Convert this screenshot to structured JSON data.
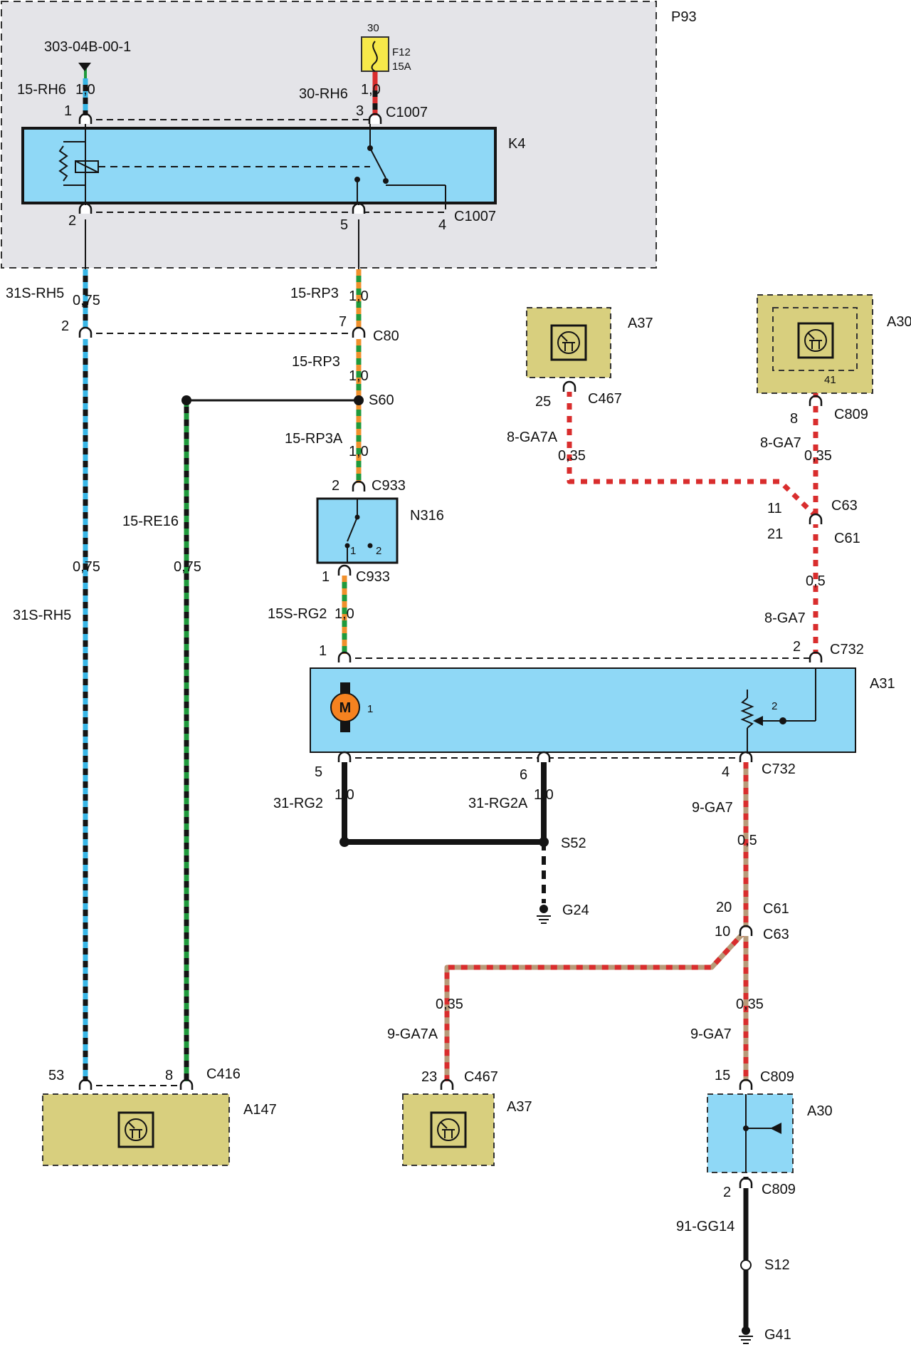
{
  "colors": {
    "background": "#ffffff",
    "relay_box": "#e4e4e8",
    "blue_box": "#8fd8f6",
    "module_box": "#d8cf7e",
    "fuse_fill": "#f6e84a",
    "motor_fill": "#f58220",
    "black": "#141414",
    "blue": "#38b6e6",
    "green": "#1f9a3c",
    "orange": "#f0902c",
    "red": "#d92d2d",
    "white": "#ffffff",
    "tan": "#b89a78"
  },
  "relay_box": {
    "id": "P93",
    "relay": "K4",
    "reference": "303-04B-00-1"
  },
  "fuse": {
    "id": "F12",
    "rating": "15A",
    "circuit": "30"
  },
  "modules": {
    "a30_top": {
      "id": "A30",
      "pin": "41"
    },
    "a37_top": {
      "id": "A37"
    },
    "a31": {
      "id": "A31",
      "motor_symbol": "M",
      "motor_pin": "1",
      "pot_pin": "2"
    },
    "n316": {
      "id": "N316",
      "contact_1": "1",
      "contact_2": "2"
    },
    "a147": {
      "id": "A147"
    },
    "a37_bottom": {
      "id": "A37"
    },
    "a30_bottom": {
      "id": "A30"
    }
  },
  "wire_labels": {
    "w_15rh6": "15-RH6",
    "s_15rh6": "1,0",
    "w_30rh6": "30-RH6",
    "s_30rh6": "1,0",
    "w_31srh5_a": "31S-RH5",
    "s_31srh5_a": "0,75",
    "w_31srh5_b": "31S-RH5",
    "s_31srh5_b": "0,75",
    "w_15rp3_a": "15-RP3",
    "s_15rp3_a": "1,0",
    "w_15rp3_b": "15-RP3",
    "s_15rp3_b": "1,0",
    "w_15rp3a": "15-RP3A",
    "s_15rp3a": "1,0",
    "w_15re16": "15-RE16",
    "s_15re16": "0,75",
    "w_15srg2": "15S-RG2",
    "s_15srg2": "1,0",
    "w_31rg2": "31-RG2",
    "s_31rg2": "1,0",
    "w_31rg2a": "31-RG2A",
    "s_31rg2a": "1,0",
    "w_8ga7a": "8-GA7A",
    "s_8ga7a": "0,35",
    "w_8ga7_a": "8-GA7",
    "s_8ga7_a": "0,35",
    "w_8ga7_b": "8-GA7",
    "s_8ga7_b": "0,5",
    "w_9ga7_a": "9-GA7",
    "s_9ga7_a": "0,5",
    "w_9ga7a": "9-GA7A",
    "s_9ga7a": "0,35",
    "w_9ga7_b": "9-GA7",
    "s_9ga7_b": "0,35",
    "w_91gg14": "91-GG14"
  },
  "connectors": {
    "c1007_top": "C1007",
    "c1007_bottom": "C1007",
    "c80": "C80",
    "c933_top": "C933",
    "c933_bottom": "C933",
    "c732_top": "C732",
    "c732_bottom": "C732",
    "c467_top": "C467",
    "c467_bottom": "C467",
    "c809_top": "C809",
    "c809_b1": "C809",
    "c809_b2": "C809",
    "c63_top": "C63",
    "c61_top": "C61",
    "c61_bottom": "C61",
    "c63_bottom": "C63",
    "c416": "C416"
  },
  "pins": {
    "p1_k4": "1",
    "p3_k4": "3",
    "p2_k4": "2",
    "p5_k4": "5",
    "p4_k4": "4",
    "p2_c80": "2",
    "p7_c80": "7",
    "p2_c933": "2",
    "p1_c933": "1",
    "p1_c732": "1",
    "p2_c732": "2",
    "p5_c732": "5",
    "p6_c732": "6",
    "p4_c732": "4",
    "p25_c467": "25",
    "p8_c809": "8",
    "p11_c63": "11",
    "p21_c61": "21",
    "p20_c61": "20",
    "p10_c63": "10",
    "p53_c416": "53",
    "p8_c416": "8",
    "p23_c467": "23",
    "p15_c809": "15",
    "p2_c809": "2"
  },
  "splices": {
    "s60": "S60",
    "s52": "S52",
    "s12": "S12"
  },
  "grounds": {
    "g24": "G24",
    "g41": "G41"
  }
}
